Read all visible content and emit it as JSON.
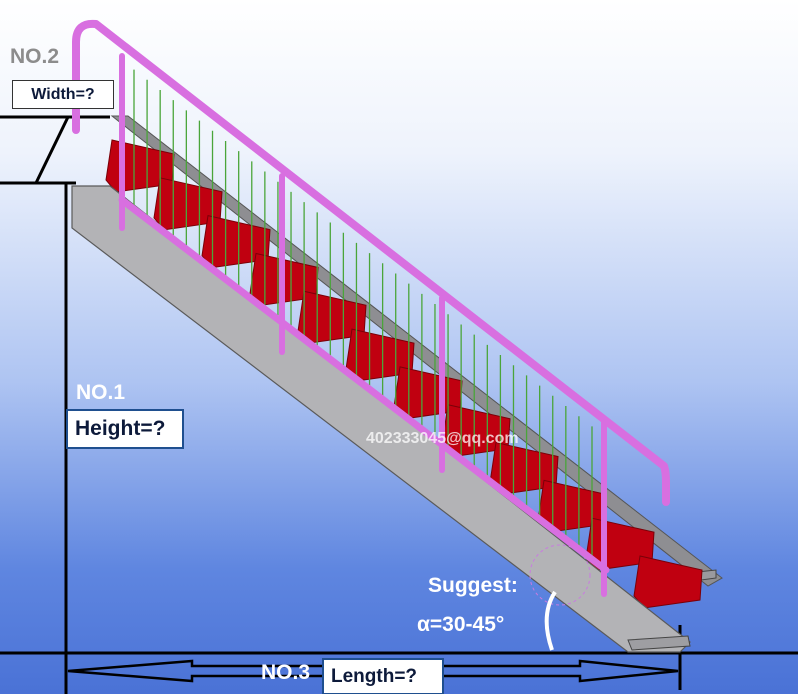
{
  "labels": {
    "no2": "NO.2",
    "width": "Width=?",
    "no1": "NO.1",
    "height": "Height=?",
    "no3": "NO.3",
    "length": "Length=?",
    "suggest": "Suggest:",
    "angle": "α=30-45°",
    "watermark": "402333045@qq.com"
  },
  "stair": {
    "tread_count": 12,
    "colors": {
      "tread": "#c00010",
      "tread_edge": "#7a0008",
      "stringer": "#a8a8aa",
      "handrail": "#e07be6",
      "baluster": "#4aa53a",
      "outline": "#000000"
    }
  }
}
